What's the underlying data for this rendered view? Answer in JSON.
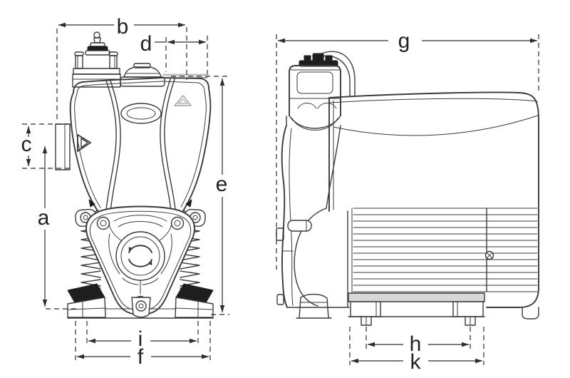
{
  "diagram": {
    "type": "technical-dimension-drawing",
    "subject": "Water booster pump, front view and side view with dimension callouts",
    "background_color": "#ffffff",
    "colors": {
      "outline": "#3a3a3a",
      "dimension": "#2d2d2d",
      "light_detail": "#b5b5b5",
      "dark_fill": "#1e1e1e",
      "base_plate_fill": "#d8d8d8"
    }
  },
  "labels": {
    "a": "a",
    "b": "b",
    "c": "c",
    "d": "d",
    "e": "e",
    "f": "f",
    "g": "g",
    "h": "h",
    "i": "i",
    "k": "k"
  },
  "views": [
    {
      "id": "front-view",
      "dimension_labels": [
        "b",
        "d",
        "c",
        "a",
        "e",
        "i",
        "f"
      ]
    },
    {
      "id": "side-view",
      "dimension_labels": [
        "g",
        "h",
        "k"
      ]
    }
  ]
}
